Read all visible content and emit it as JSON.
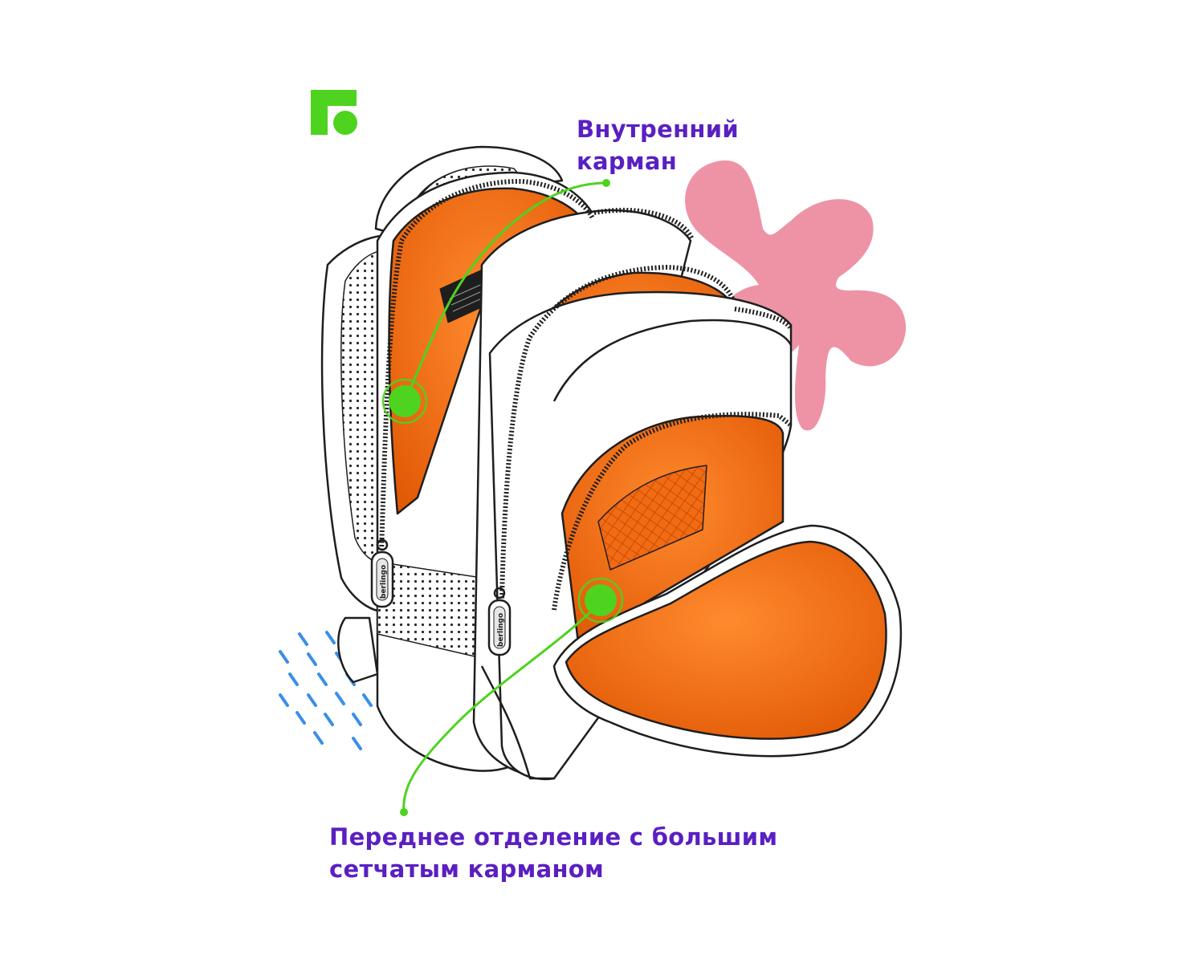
{
  "callouts": {
    "inner_pocket": {
      "line1": "Внутренний",
      "line2": "карман"
    },
    "front_compartment": {
      "line1": "Переднее отделение с большим",
      "line2": "сетчатым карманом"
    }
  },
  "brand": {
    "logo_icon": "berlingo-logo-icon",
    "zipper_tag_text": "berlingo"
  },
  "colors": {
    "accent_green": "#4ed31f",
    "label_purple": "#5a1fc2",
    "lining_orange": "#f26a12",
    "flower_pink": "#ee93a6",
    "rain_blue": "#3a8fe6",
    "outline": "#1e1e1e"
  }
}
